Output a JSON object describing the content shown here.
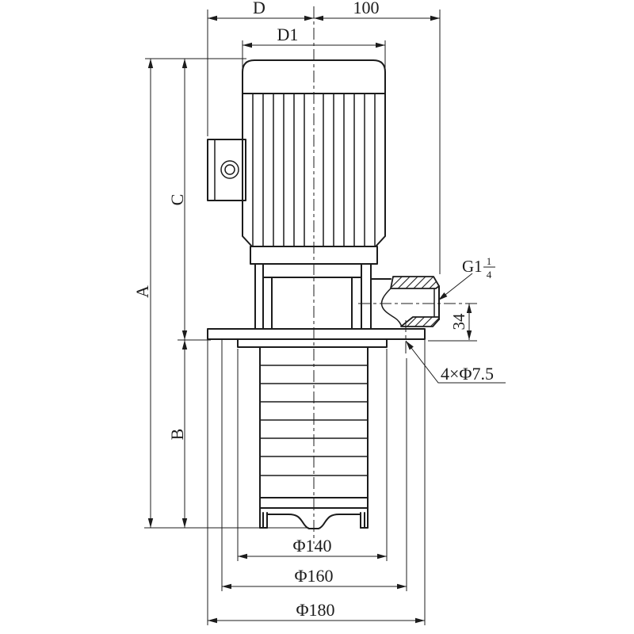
{
  "drawing": {
    "kind": "pump-outline-dimension-drawing",
    "background": "#ffffff",
    "line_color": "#1c1c1c",
    "labels": {
      "dim_d": "D",
      "dim_100": "100",
      "dim_d1": "D1",
      "dim_a": "A",
      "dim_c": "C",
      "dim_b": "B",
      "dim_34": "34",
      "thread_prefix": "G1",
      "thread_frac_num": "1",
      "thread_frac_den": "4",
      "bolt_holes": "4×Φ7.5",
      "dia_base": "Φ140",
      "dia_bolt_circle": "Φ160",
      "dia_flange": "Φ180"
    }
  }
}
